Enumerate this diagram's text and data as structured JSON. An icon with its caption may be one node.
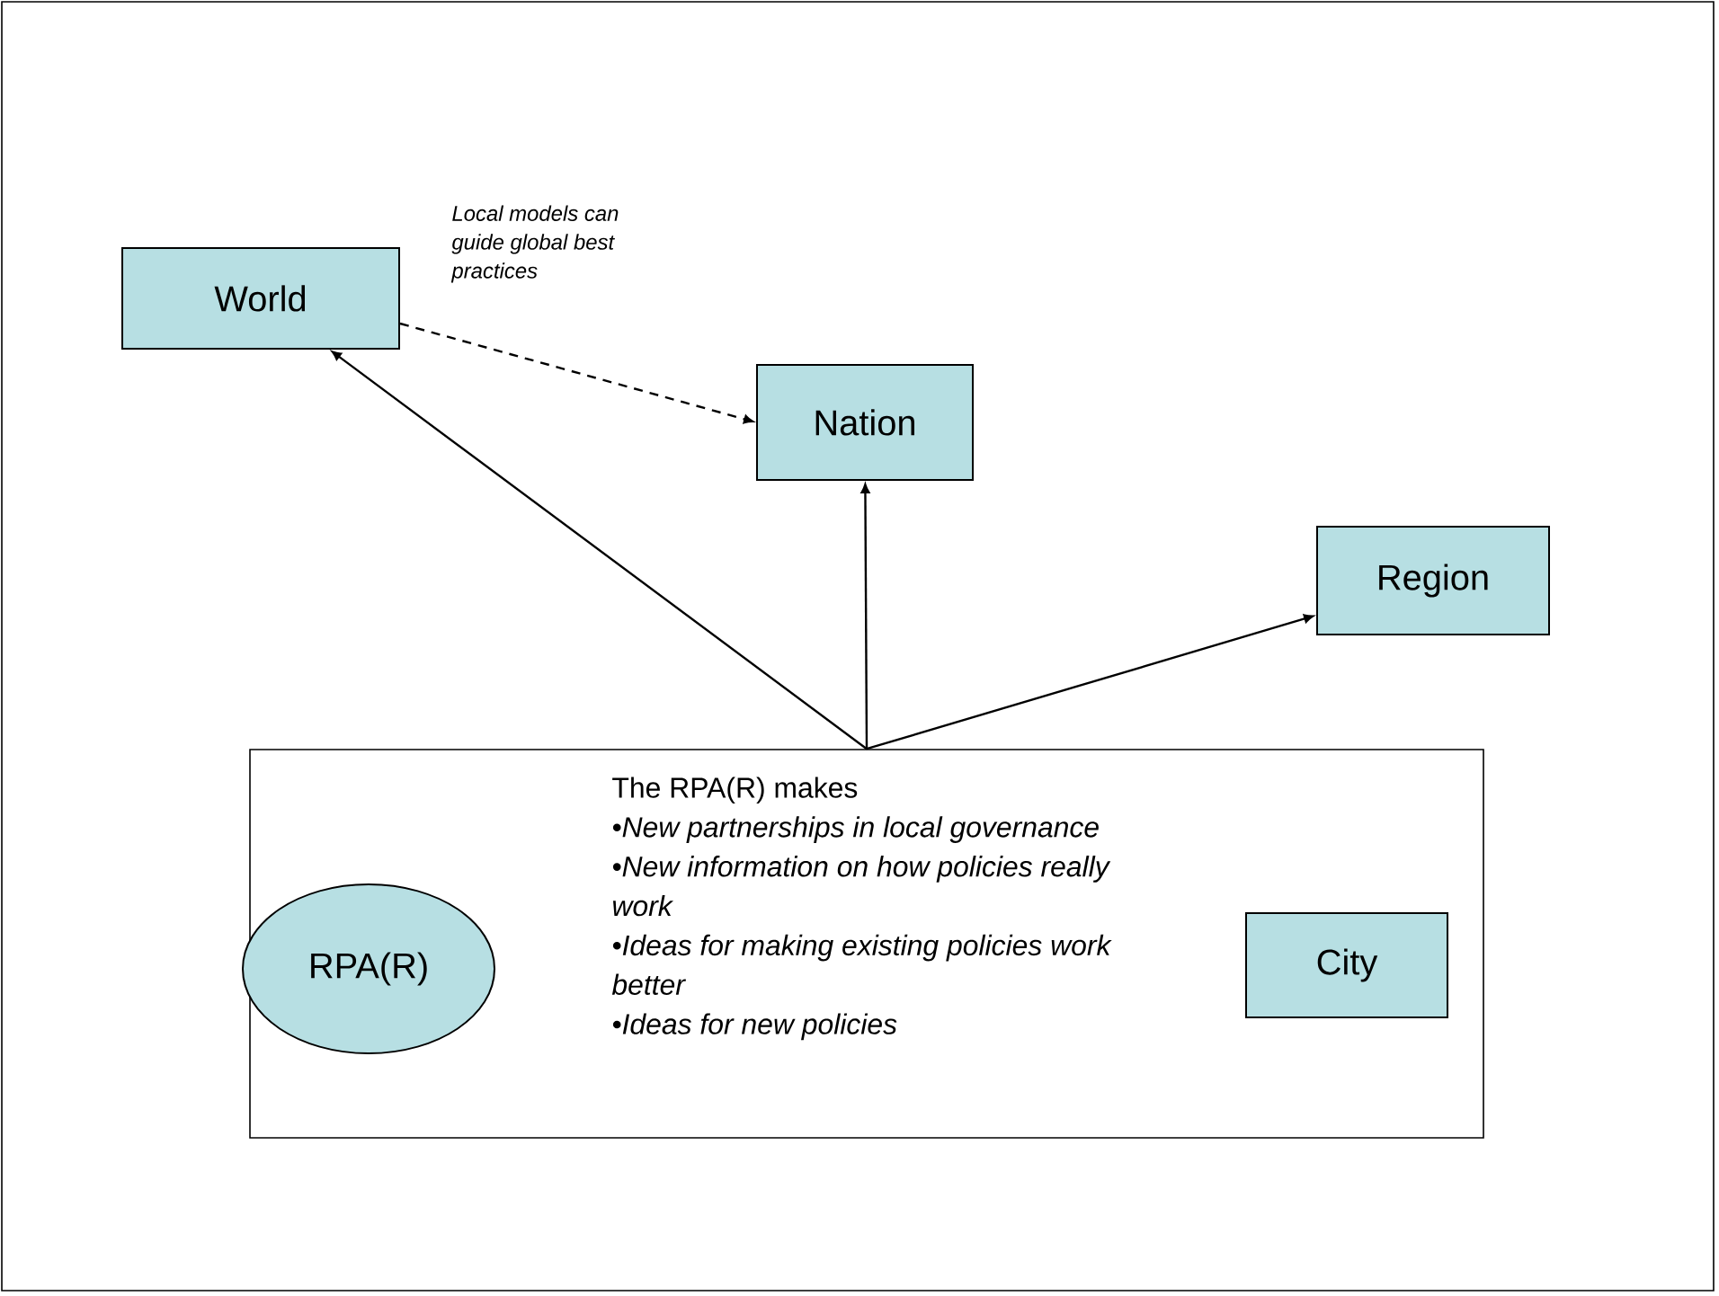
{
  "diagram": {
    "nodes": [
      {
        "text": [
          "World"
        ]
      },
      {
        "text": [
          "Nation"
        ]
      },
      {
        "text": [
          "Region"
        ]
      },
      {
        "text": [
          "The RPA(R) makes",
          "•New partnerships in local governance",
          "•New information on how policies really work",
          "•Ideas for making existing policies work better",
          "•Ideas for new policies"
        ]
      },
      {
        "text": [
          "RPA(R)"
        ],
        "in": 3
      },
      {
        "text": [
          "City"
        ],
        "in": 3
      }
    ],
    "edges": [
      {
        "from": 3,
        "to": 0,
        "arrow": "to"
      },
      {
        "from": 3,
        "to": 1,
        "arrow": "to"
      },
      {
        "from": 3,
        "to": 2,
        "arrow": "to"
      },
      {
        "from": 0,
        "to": 1,
        "arrow": "to",
        "style": "dashed",
        "label": "Local models can guide global best practices"
      }
    ]
  }
}
